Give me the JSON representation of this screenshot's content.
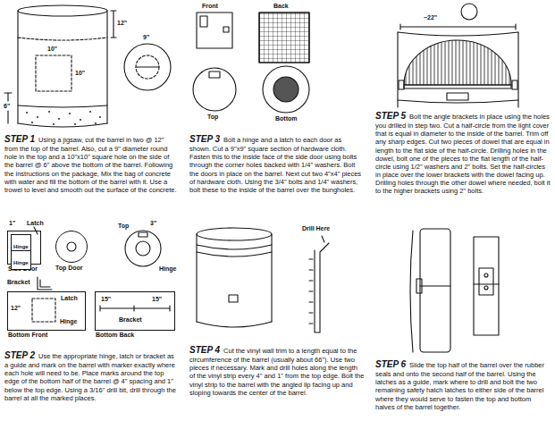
{
  "diagram": {
    "nodes": [
      {
        "text": [
          "Side Door"
        ]
      },
      {
        "text": [
          "Hinge"
        ],
        "in": 0
      },
      {
        "text": [
          "Hinge"
        ],
        "in": 0
      },
      {
        "text": [
          "Top Door"
        ]
      },
      {
        "text": [
          "Bottom Front"
        ]
      },
      {
        "text": [
          "Bottom Back"
        ]
      }
    ],
    "labels": [
      "12\"",
      "9\"",
      "10\"",
      "10\"",
      "6\"",
      "STEP 1",
      "Using a jigsaw, cut the barrel in two @ 12\" from the top of the barrel. Also, cut a 9\" diameter round hole in the top and a 10\"x10\" square hole on the side of the barrel @ 6\" above the bottom of the barrel. Following the instructions on the package, Mix the bag of concrete with water and fill the bottom of the barrel with it. Use a trowel to level and smooth out the surface of the concrete.",
      "Front",
      "Back",
      "Top",
      "Bottom",
      "STEP 3",
      "Bolt a hinge and a latch to each door as shown. Cut a 9\"x9\" square section of hardware cloth. Fasten this to the inside face of the side door using bolts through the corner holes backed with 1/4\" washers. Bolt the doors in place on the barrel. Next cut two 4\"x4\" pieces of hardware cloth. Using the 3/4\" bolts and 1/4\" washers, bolt these to the inside of the barrel over the bungholes.",
      "~22\"",
      "STEP 5",
      "Bolt the angle brackets in place using the holes you drilled in step two. Cut a half-circle from the light cover that is equal in diameter to the inside of the barrel. Trim off any sharp edges. Cut two pieces of dowel that are equal in length to the flat side of the half-circle. Drilling holes in the dowel, bolt one of the pieces to the flat length of the half-circle using 1/2\" washers and 2\" bolts. Set the half-circles in place over the lower brackets with the dowel facing up. Drilling holes through the other dowel where needed, bolt it to the higher brackets using 2\" bolts.",
      "1\"",
      "Latch",
      "3\"",
      "Top",
      "Hinge",
      "Bracket",
      "12\"",
      "Latch",
      "Hinge",
      "15\"",
      "15\"",
      "Bracket",
      "STEP 2",
      "Use the appropriate hinge, latch or bracket as a guide and mark on the barrel with marker exactly where each hole will need to be. Place marks around the top edge of the bottom half of the barrel @ 4\" spacing and 1\" below the top edge. Using a 3/16\" drill bit, drill through the barrel at all the marked places.",
      "Drill Here",
      "STEP 4",
      "Cut the vinyl wall trim to a length equal to the circumference of the barrel (usually about 66\"). Use two pieces if necessary. Mark and drill holes along the length of the vinyl strip every 4\" and 1\" from the top edge. Bolt the vinyl strip to the barrel with the angled lip facing up and sloping towards the center of the barrel.",
      "STEP 6",
      "Slide the top half of the barrel over the rubber seals and onto the second half of the barrel. Using the latches as a guide, mark where to drill and bolt the two remaining safety hatch latches to either side of the barrel where they would serve to fasten the top and bottom halves of the barrel together."
    ]
  }
}
